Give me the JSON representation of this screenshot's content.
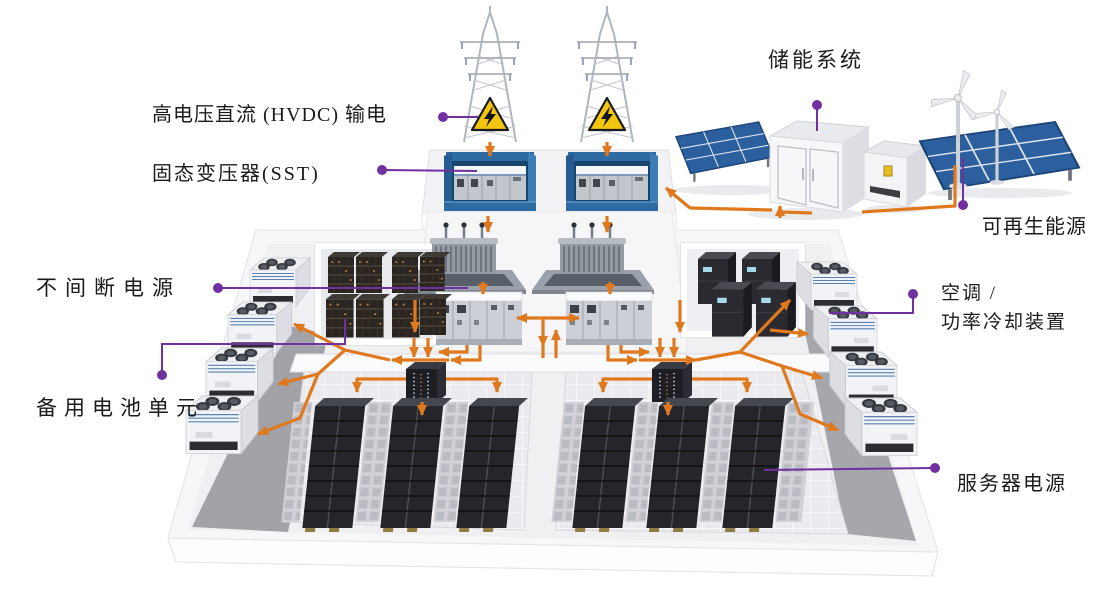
{
  "diagram": {
    "callouts": {
      "hvdc": {
        "text": "高电压直流 (HVDC) 输电"
      },
      "sst": {
        "text": "固态变压器(SST)"
      },
      "ups": {
        "text": "不间断电源"
      },
      "backup_battery": {
        "text": "备用电池单元"
      },
      "energy_storage": {
        "text": "储能系统"
      },
      "renewable": {
        "text": "可再生能源"
      },
      "cooling_line1": {
        "text": "空调 /"
      },
      "cooling_line2": {
        "text": "功率冷却装置"
      },
      "server_power": {
        "text": "服务器电源"
      }
    },
    "colors": {
      "callout_purple": "#7030A0",
      "arrow_orange": "#E0791D",
      "sst_enclosure_blue": "#2F6BA3",
      "solar_panel_blue": "#2C5F9E",
      "warning_yellow": "#F5C60F",
      "rack_dark": "#26272C",
      "building_white": "#F7F7F9"
    }
  }
}
